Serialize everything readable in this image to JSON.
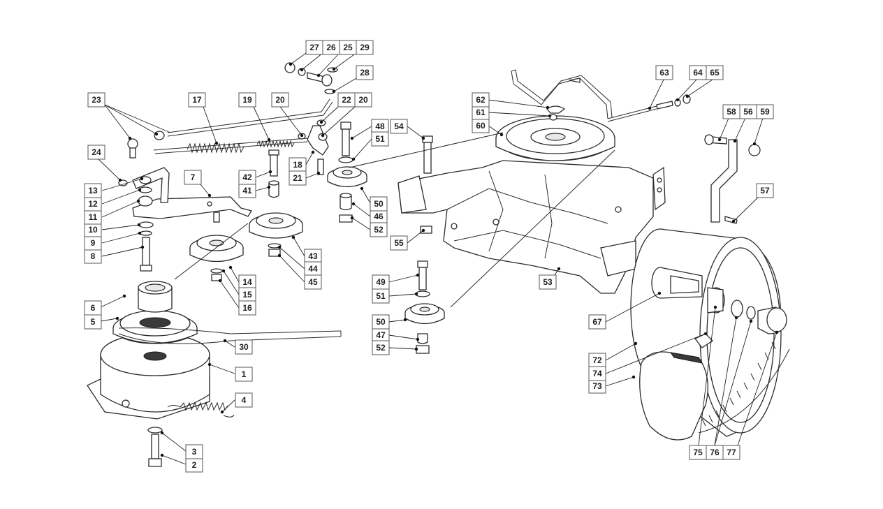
{
  "diagram": {
    "callouts": [
      "1",
      "2",
      "3",
      "4",
      "5",
      "6",
      "7",
      "8",
      "9",
      "10",
      "11",
      "12",
      "13",
      "14",
      "15",
      "16",
      "17",
      "18",
      "19",
      "20",
      "20",
      "21",
      "22",
      "23",
      "24",
      "25",
      "26",
      "27",
      "28",
      "29",
      "30",
      "41",
      "42",
      "43",
      "44",
      "45",
      "46",
      "47",
      "48",
      "49",
      "50",
      "50",
      "51",
      "51",
      "52",
      "52",
      "53",
      "54",
      "55",
      "56",
      "57",
      "58",
      "59",
      "60",
      "61",
      "62",
      "63",
      "64",
      "65",
      "67",
      "72",
      "73",
      "74",
      "75",
      "76",
      "77"
    ]
  },
  "colors": {
    "line": "#2a2a2a",
    "label_border": "#555555",
    "background": "#ffffff"
  }
}
